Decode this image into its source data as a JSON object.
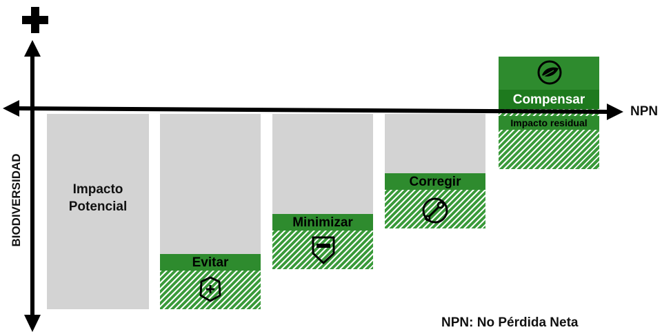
{
  "vertical_axis": {
    "label": "BIODIVERSIDAD",
    "top_symbol": "+"
  },
  "horizontal_axis": {
    "label": "NPN"
  },
  "columns": [
    {
      "label": "Impacto\nPotencial"
    },
    {
      "label": "Evitar",
      "icon": "shield-plus-icon"
    },
    {
      "label": "Minimizar",
      "icon": "shield-minus-icon"
    },
    {
      "label": "Corregir",
      "icon": "wrench-icon"
    },
    {
      "label": "Compensar",
      "sublabel": "Impacto residual",
      "icon": "leaf-icon"
    }
  ],
  "footnote": "NPN: No Pérdida Neta",
  "colors": {
    "bar": "#d3d3d3",
    "green": "#2e8b2e",
    "dark_green": "#1e7a1e",
    "axis": "#000000"
  }
}
